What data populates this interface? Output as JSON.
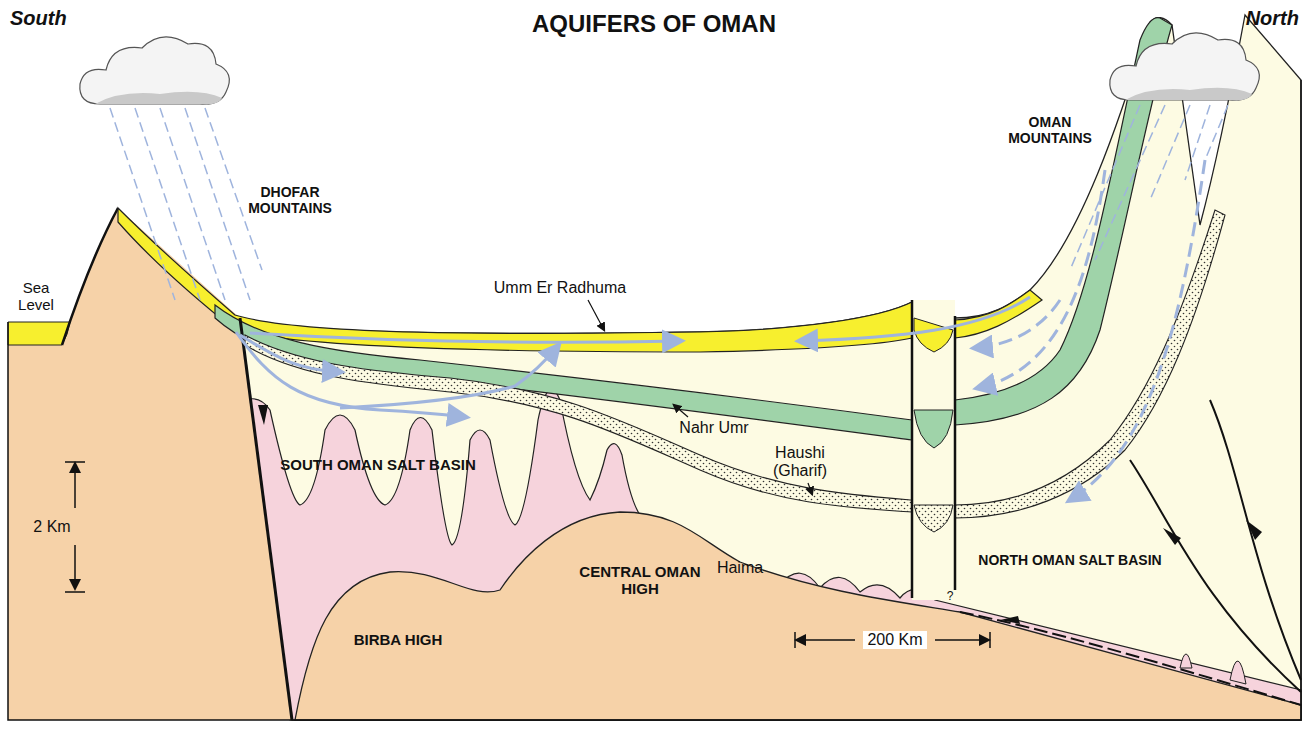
{
  "diagram": {
    "title": "AQUIFERS OF OMAN",
    "labels": [
      "South",
      "North",
      "DHOFAR MOUNTAINS",
      "OMAN MOUNTAINS",
      "Sea Level",
      "Umm Er Radhuma",
      "Nahr Umr",
      "Haushi (Gharif)",
      "SOUTH OMAN SALT BASIN",
      "CENTRAL OMAN HIGH",
      "BIRBA HIGH",
      "Haima",
      "NORTH OMAN SALT BASIN",
      "2 Km",
      "200 Km",
      "?"
    ]
  }
}
